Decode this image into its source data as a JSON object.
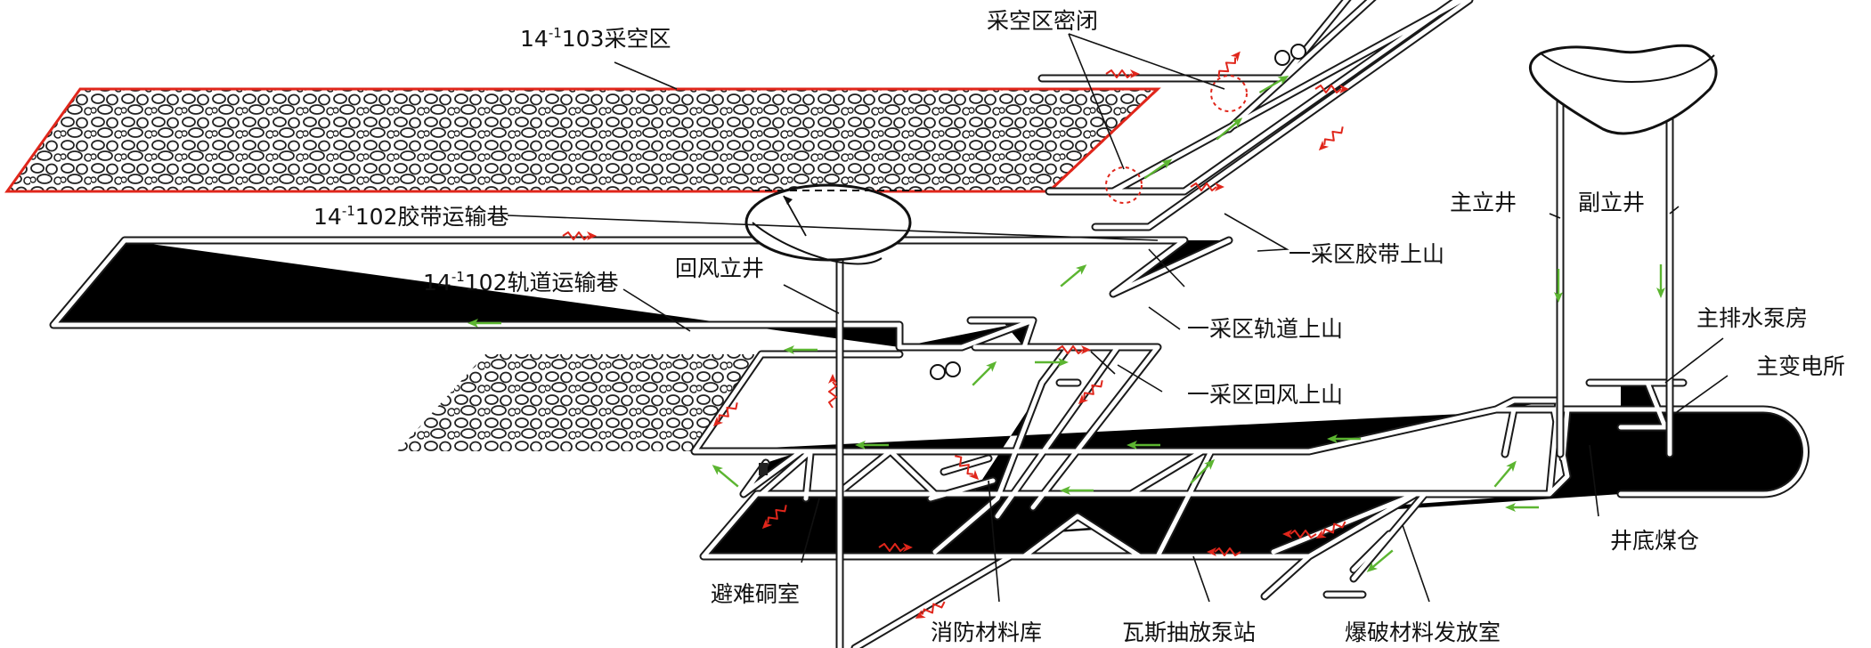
{
  "labels": {
    "goaf_103": {
      "main": "14",
      "sup": "-1",
      "rest": "103采空区"
    },
    "goaf_seal": "采空区密闭",
    "belt_102": {
      "main": "14",
      "sup": "-1",
      "rest": "102胶带运输巷"
    },
    "track_102": {
      "main": "14",
      "sup": "-1",
      "rest": "102轨道运输巷"
    },
    "return_shaft": "回风立井",
    "belt_incline": "一采区胶带上山",
    "track_incline": "一采区轨道上山",
    "return_incline": "一采区回风上山",
    "main_shaft": "主立井",
    "aux_shaft": "副立井",
    "pump_house": "主排水泵房",
    "substation": "主变电所",
    "coal_bunker": "井底煤仓",
    "refuge": "避难硐室",
    "fire_store": "消防材料库",
    "gas_station": "瓦斯抽放泵站",
    "explosive_store": "爆破材料发放室"
  },
  "colors": {
    "fresh_air": "#5cb531",
    "return_air": "#e0261b",
    "goaf_border": "#e0261b",
    "line": "#1a1a1a"
  },
  "icons": {
    "fan": "fan-icon",
    "seal_marker": "seal-circle-icon",
    "fresh_arrow": "fresh-air-arrow-icon",
    "return_arrow": "return-air-arrow-icon"
  }
}
